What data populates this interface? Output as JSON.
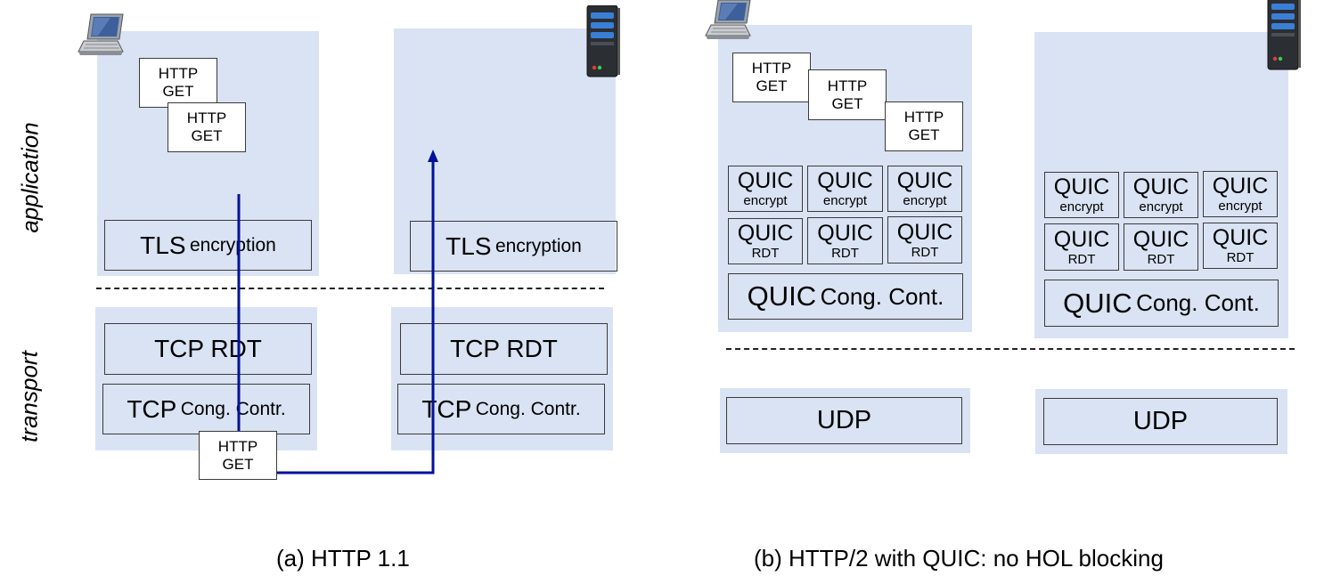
{
  "side_labels": {
    "application": "application",
    "transport": "transport"
  },
  "http11": {
    "caption": "(a) HTTP 1.1",
    "client_gets": [
      {
        "line1": "HTTP",
        "line2": "GET"
      },
      {
        "line1": "HTTP",
        "line2": "GET"
      }
    ],
    "tls_big": "TLS",
    "tls_small": "encryption",
    "tcp_rdt": "TCP RDT",
    "tcp_cong_big": "TCP",
    "tcp_cong_small": "Cong. Contr.",
    "transit_get": {
      "line1": "HTTP",
      "line2": "GET"
    }
  },
  "quic": {
    "caption": "(b) HTTP/2 with QUIC: no HOL blocking",
    "client_gets": [
      {
        "line1": "HTTP",
        "line2": "GET"
      },
      {
        "line1": "HTTP",
        "line2": "GET"
      },
      {
        "line1": "HTTP",
        "line2": "GET"
      }
    ],
    "quic": "QUIC",
    "encrypt": "encrypt",
    "rdt": "RDT",
    "cong_big": "QUIC",
    "cong_small": "Cong. Cont.",
    "udp": "UDP"
  },
  "colors": {
    "panel": "#dae3f3",
    "arrow": "#00129a",
    "border": "#3a3a3a"
  },
  "icons": {
    "client": "desktop-computer-icon",
    "server": "server-tower-icon"
  }
}
